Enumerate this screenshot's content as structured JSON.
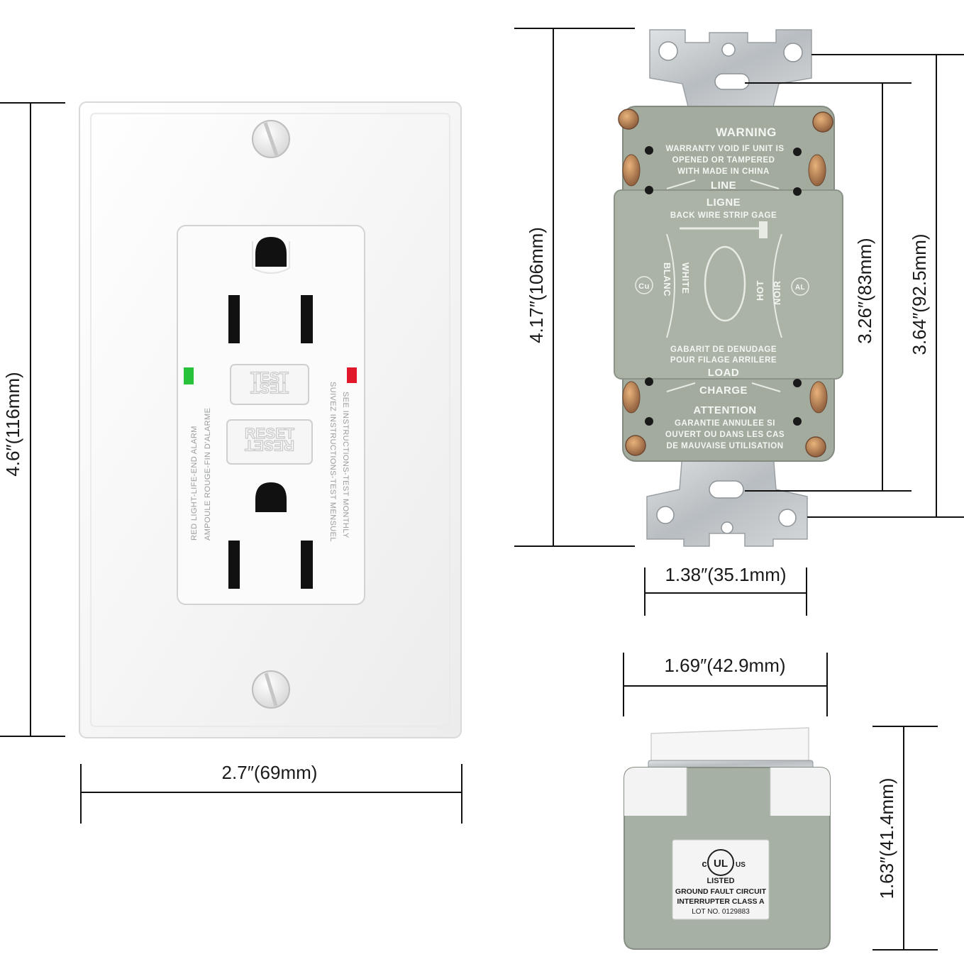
{
  "dimensions": {
    "plate_height": "4.6″(116mm)",
    "plate_width": "2.7″(69mm)",
    "body_height": "4.17″(106mm)",
    "mount_hole_spacing": "3.26″(83mm)",
    "strap_height": "3.64″(92.5mm)",
    "body_width": "1.38″(35.1mm)",
    "top_width": "1.69″(42.9mm)",
    "depth": "1.63″(41.4mm)"
  },
  "front": {
    "test_label": "TEST",
    "reset_label": "RESET",
    "left_side_text_1": "RED LIGHT-LIFE-END ALARM",
    "left_side_text_2": "AMPOULE ROUGE-FIN D'ALARME",
    "right_side_text_1": "SEE INSTRUCTIONS-TEST MONTHLY",
    "right_side_text_2": "SUIVEZ INSTRUCTIONS-TEST MENSUEL"
  },
  "back": {
    "warning": "WARNING",
    "warranty_1": "WARRANTY VOID IF UNIT IS",
    "warranty_2": "OPENED OR TAMPERED",
    "warranty_3": "WITH MADE IN CHINA",
    "line": "LINE",
    "ligne": "LIGNE",
    "strip_gage": "BACK WIRE STRIP GAGE",
    "white": "WHITE",
    "blanc": "BLANC",
    "hot": "HOT",
    "noir": "NOIR",
    "cu": "Cu",
    "al": "AL",
    "gabarit_1": "GABARIT DE DENUDAGE",
    "gabarit_2": "POUR FILAGE ARRILERE",
    "load": "LOAD",
    "charge": "CHARGE",
    "attention": "ATTENTION",
    "garantie_1": "GARANTIE ANNULEE SI",
    "garantie_2": "OUVERT OU DANS LES CAS",
    "garantie_3": "DE MAUVAISE UTILISATION"
  },
  "side_label": {
    "c": "c",
    "ul": "UL",
    "us": "US",
    "listed": "LISTED",
    "line_1": "GROUND FAULT CIRCUIT",
    "line_2": "INTERRUPTER CLASS A",
    "lot": "LOT NO. 0129883"
  },
  "colors": {
    "plate": "#f7f7f7",
    "body_gray": "#9fa89d",
    "strap_metal": "#c9cdd0",
    "indicator_green": "#28c23a",
    "indicator_red": "#e0182a"
  }
}
